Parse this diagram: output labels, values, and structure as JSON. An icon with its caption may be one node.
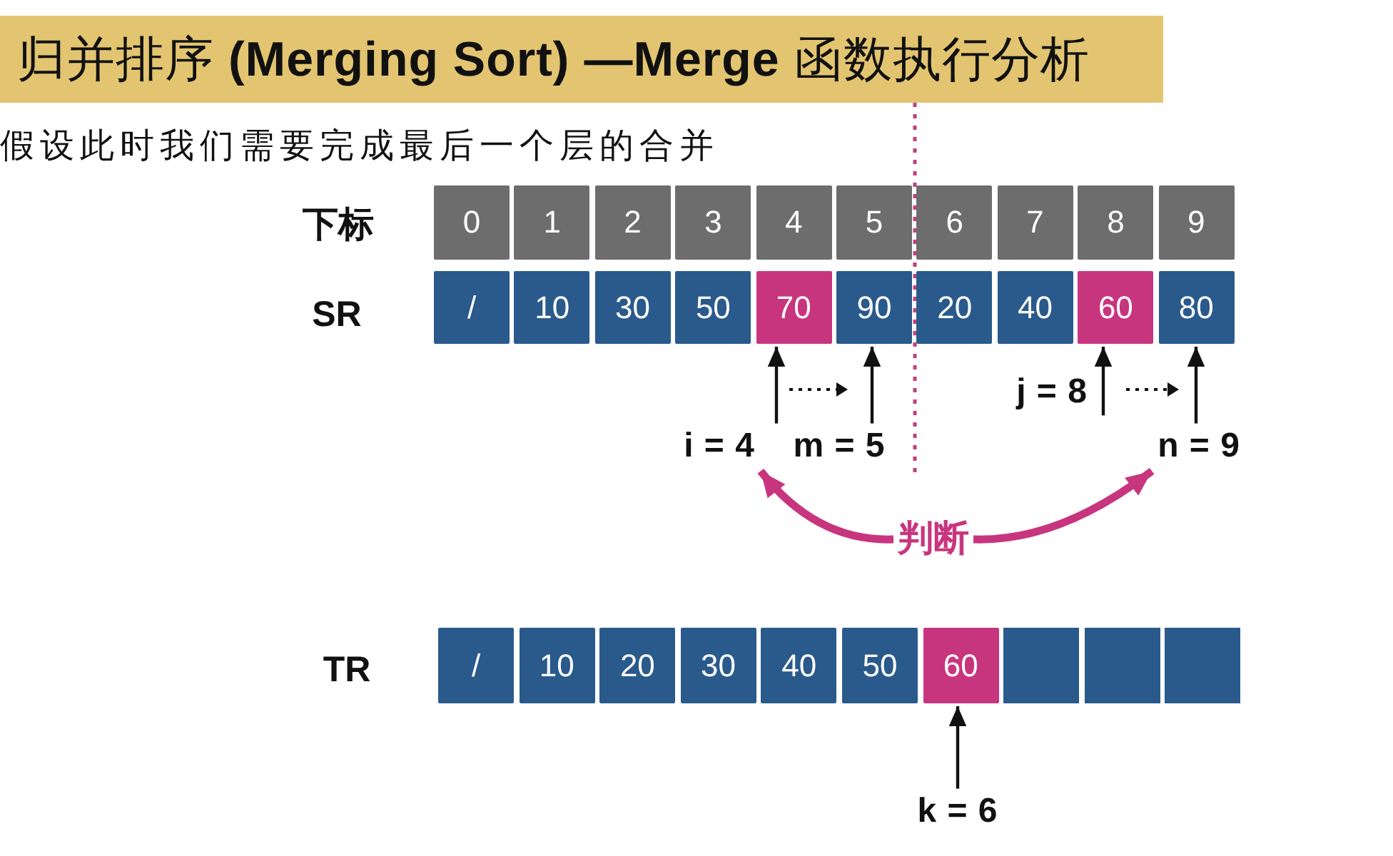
{
  "diagram": {
    "title": "归并排序 **(Merging Sort) —Merge** 函数执行分析",
    "nodes": [
      {
        "text": [
          "0"
        ]
      },
      {
        "text": [
          "1"
        ]
      },
      {
        "text": [
          "2"
        ]
      },
      {
        "text": [
          "3"
        ]
      },
      {
        "text": [
          "4"
        ]
      },
      {
        "text": [
          "5"
        ]
      },
      {
        "text": [
          "6"
        ]
      },
      {
        "text": [
          "7"
        ]
      },
      {
        "text": [
          "8"
        ]
      },
      {
        "text": [
          "9"
        ]
      },
      {
        "text": [
          "/"
        ]
      },
      {
        "text": [
          "10"
        ]
      },
      {
        "text": [
          "30"
        ]
      },
      {
        "text": [
          "50"
        ]
      },
      {
        "text": [
          "70"
        ]
      },
      {
        "text": [
          "90"
        ]
      },
      {
        "text": [
          "20"
        ]
      },
      {
        "text": [
          "40"
        ]
      },
      {
        "text": [
          "60"
        ]
      },
      {
        "text": [
          "80"
        ]
      },
      {
        "text": [
          "i = 4"
        ]
      },
      {
        "text": [
          "m = 5"
        ]
      },
      {
        "text": [
          "j = 8"
        ]
      },
      {
        "text": [
          "n = 9"
        ]
      },
      {
        "text": [
          "判断"
        ]
      },
      {
        "text": [
          "/"
        ]
      },
      {
        "text": [
          "10"
        ]
      },
      {
        "text": [
          "20"
        ]
      },
      {
        "text": [
          "30"
        ]
      },
      {
        "text": [
          "40"
        ]
      },
      {
        "text": [
          "50"
        ]
      },
      {
        "text": [
          "60"
        ]
      },
      {
        "text": [],
        "shape": "box"
      },
      {
        "text": [],
        "shape": "box"
      },
      {
        "text": [],
        "shape": "box"
      },
      {
        "text": [
          "k = 6"
        ]
      }
    ],
    "edges": [
      {
        "from": 20,
        "to": 14,
        "arrow": "to"
      },
      {
        "from": 21,
        "to": 15,
        "arrow": "to"
      },
      {
        "from": 22,
        "to": 18,
        "arrow": "to"
      },
      {
        "from": 23,
        "to": 19,
        "arrow": "to"
      },
      {
        "from": 24,
        "to": 20,
        "arrow": "to",
        "style": "thick",
        "color": "#c8357f"
      },
      {
        "from": 24,
        "to": 23,
        "arrow": "to",
        "style": "thick",
        "color": "#c8357f"
      },
      {
        "from": 35,
        "to": 31,
        "arrow": "to"
      }
    ],
    "labels": [
      "假设此时我们需要完成最后一个层的合并",
      "下标",
      "SR",
      "TR"
    ]
  }
}
